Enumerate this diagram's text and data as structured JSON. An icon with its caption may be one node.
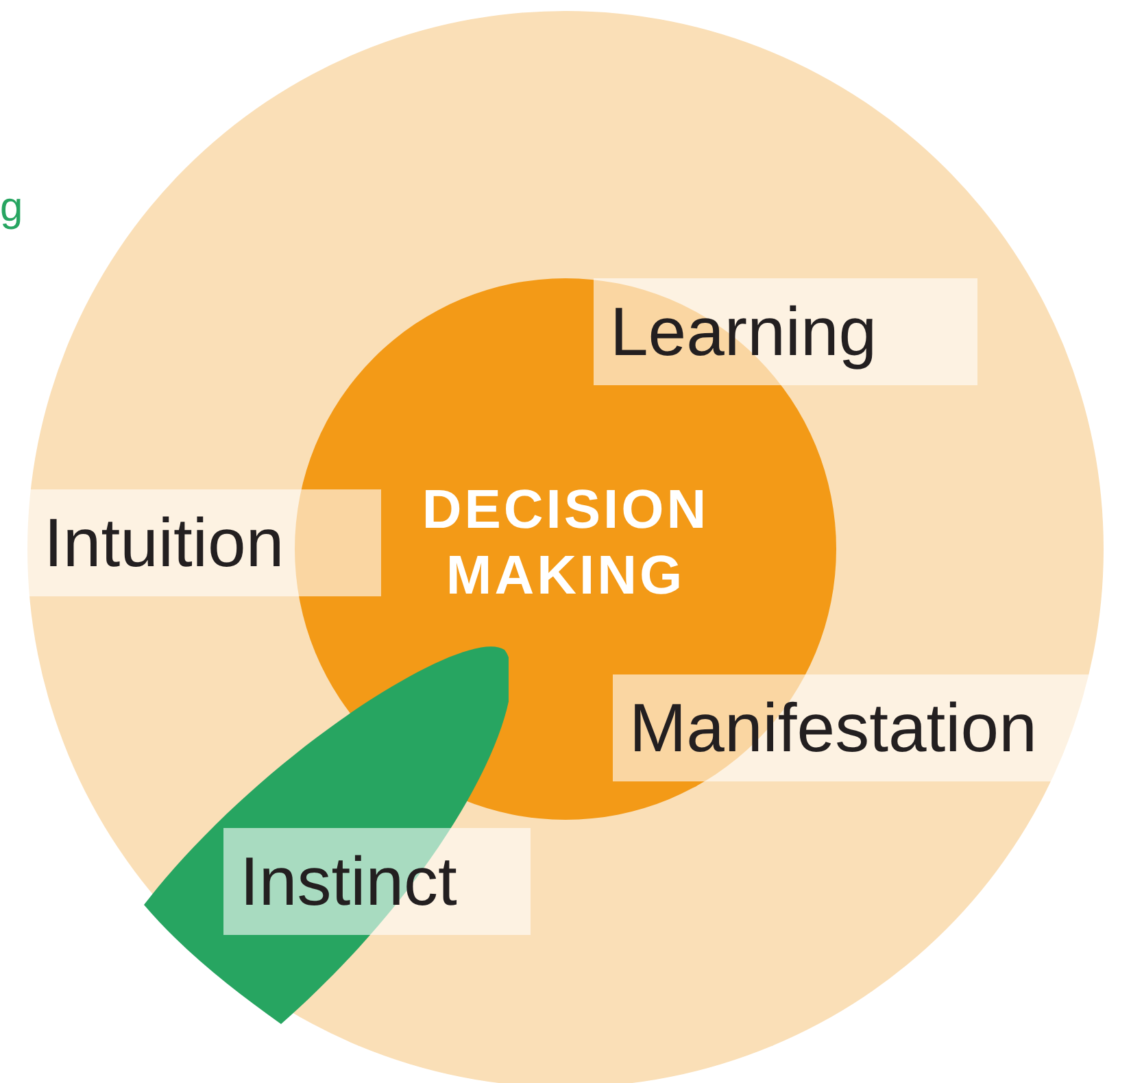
{
  "diagram": {
    "nodes": [
      {
        "text": [],
        "shape": "circle"
      },
      {
        "text": [
          "DECISION MAKING"
        ],
        "in": 0
      },
      {
        "text": [
          "Learning"
        ],
        "in": 0
      },
      {
        "text": [
          "Intuition"
        ],
        "in": 0
      },
      {
        "text": [
          "Manifestation"
        ],
        "in": 0
      },
      {
        "text": [],
        "shape": "leaf",
        "in": 0
      },
      {
        "text": [
          "Instinct"
        ],
        "in": 0
      }
    ],
    "edges": [],
    "labels": [
      "g"
    ]
  }
}
